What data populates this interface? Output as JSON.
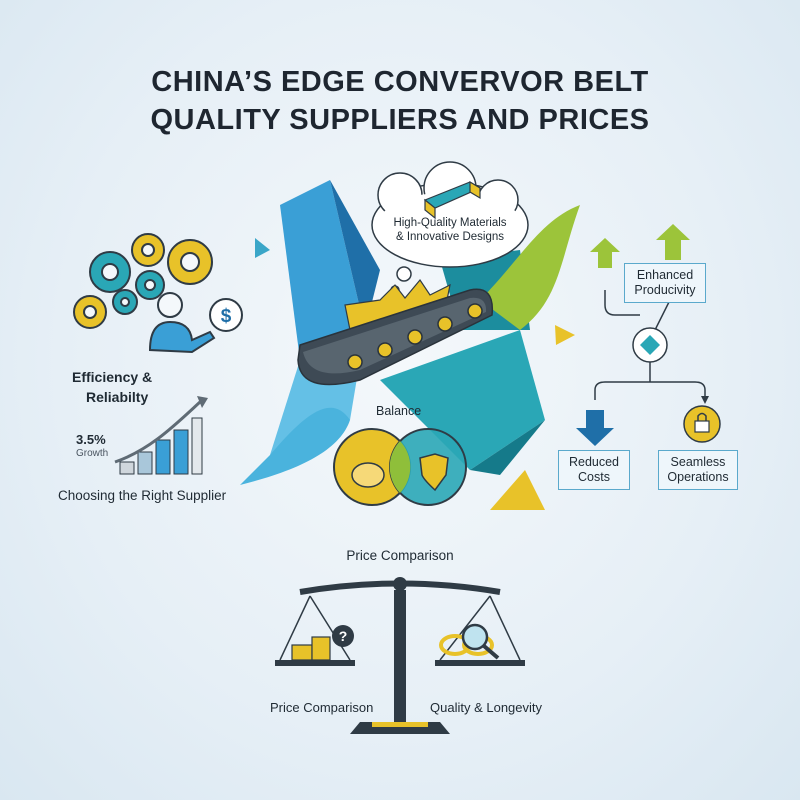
{
  "title": {
    "line1": "CHINA’S EDGE CONVERVOR BELT",
    "line2": "QUALITY SUPPLIERS AND PRICES"
  },
  "left": {
    "efficiency_line1": "Efficiency &",
    "efficiency_line2": "Reliabilty",
    "growth_value": "3.5%",
    "growth_label": "Growth",
    "choosing": "Choosing the Right Supplier"
  },
  "center": {
    "thought_line1": "High-Quality Materials",
    "thought_line2": "& Innovative Designs",
    "balance": "Balance"
  },
  "right": {
    "enhanced_line1": "Enhanced",
    "enhanced_line2": "Producivity",
    "reduced_line1": "Reduced",
    "reduced_line2": "Costs",
    "seamless_line1": "Seamless",
    "seamless_line2": "Operations"
  },
  "bottom": {
    "price_comparison_top": "Price Comparison",
    "price_comparison_left": "Price Comparison",
    "quality_longevity": "Quality & Longevity"
  },
  "icons": {
    "dollar_glyph": "$",
    "question_glyph": "?"
  },
  "colors": {
    "blue": "#2c8fc4",
    "teal": "#2aa7b6",
    "green": "#9cc43a",
    "yellow": "#e8c229",
    "dark": "#2f3b45"
  }
}
